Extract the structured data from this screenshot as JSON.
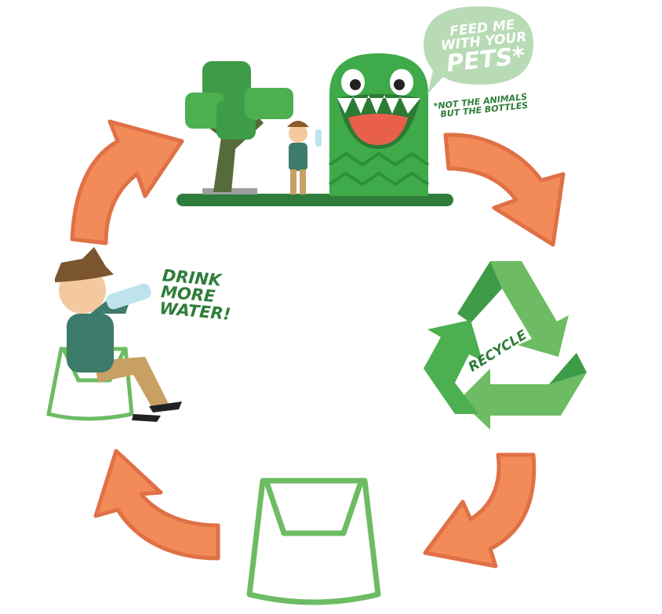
{
  "speech_bubble": {
    "line1": "FEED ME",
    "line2": "WITH YOUR",
    "line3": "PETS*"
  },
  "footnote": {
    "line1": "*NOT THE ANIMALS",
    "line2": "BUT THE BOTTLES"
  },
  "drink_text": {
    "line1": "DRINK",
    "line2": "MORE",
    "line3": "WATER!"
  },
  "recycle_label": "RECYCLE",
  "colors": {
    "arrow_fill": "#f28b57",
    "arrow_edge": "#e07046",
    "green_dark": "#2e7d3a",
    "green": "#4caf50",
    "green_light": "#6dbb63",
    "bubble": "#b8dbb6"
  }
}
